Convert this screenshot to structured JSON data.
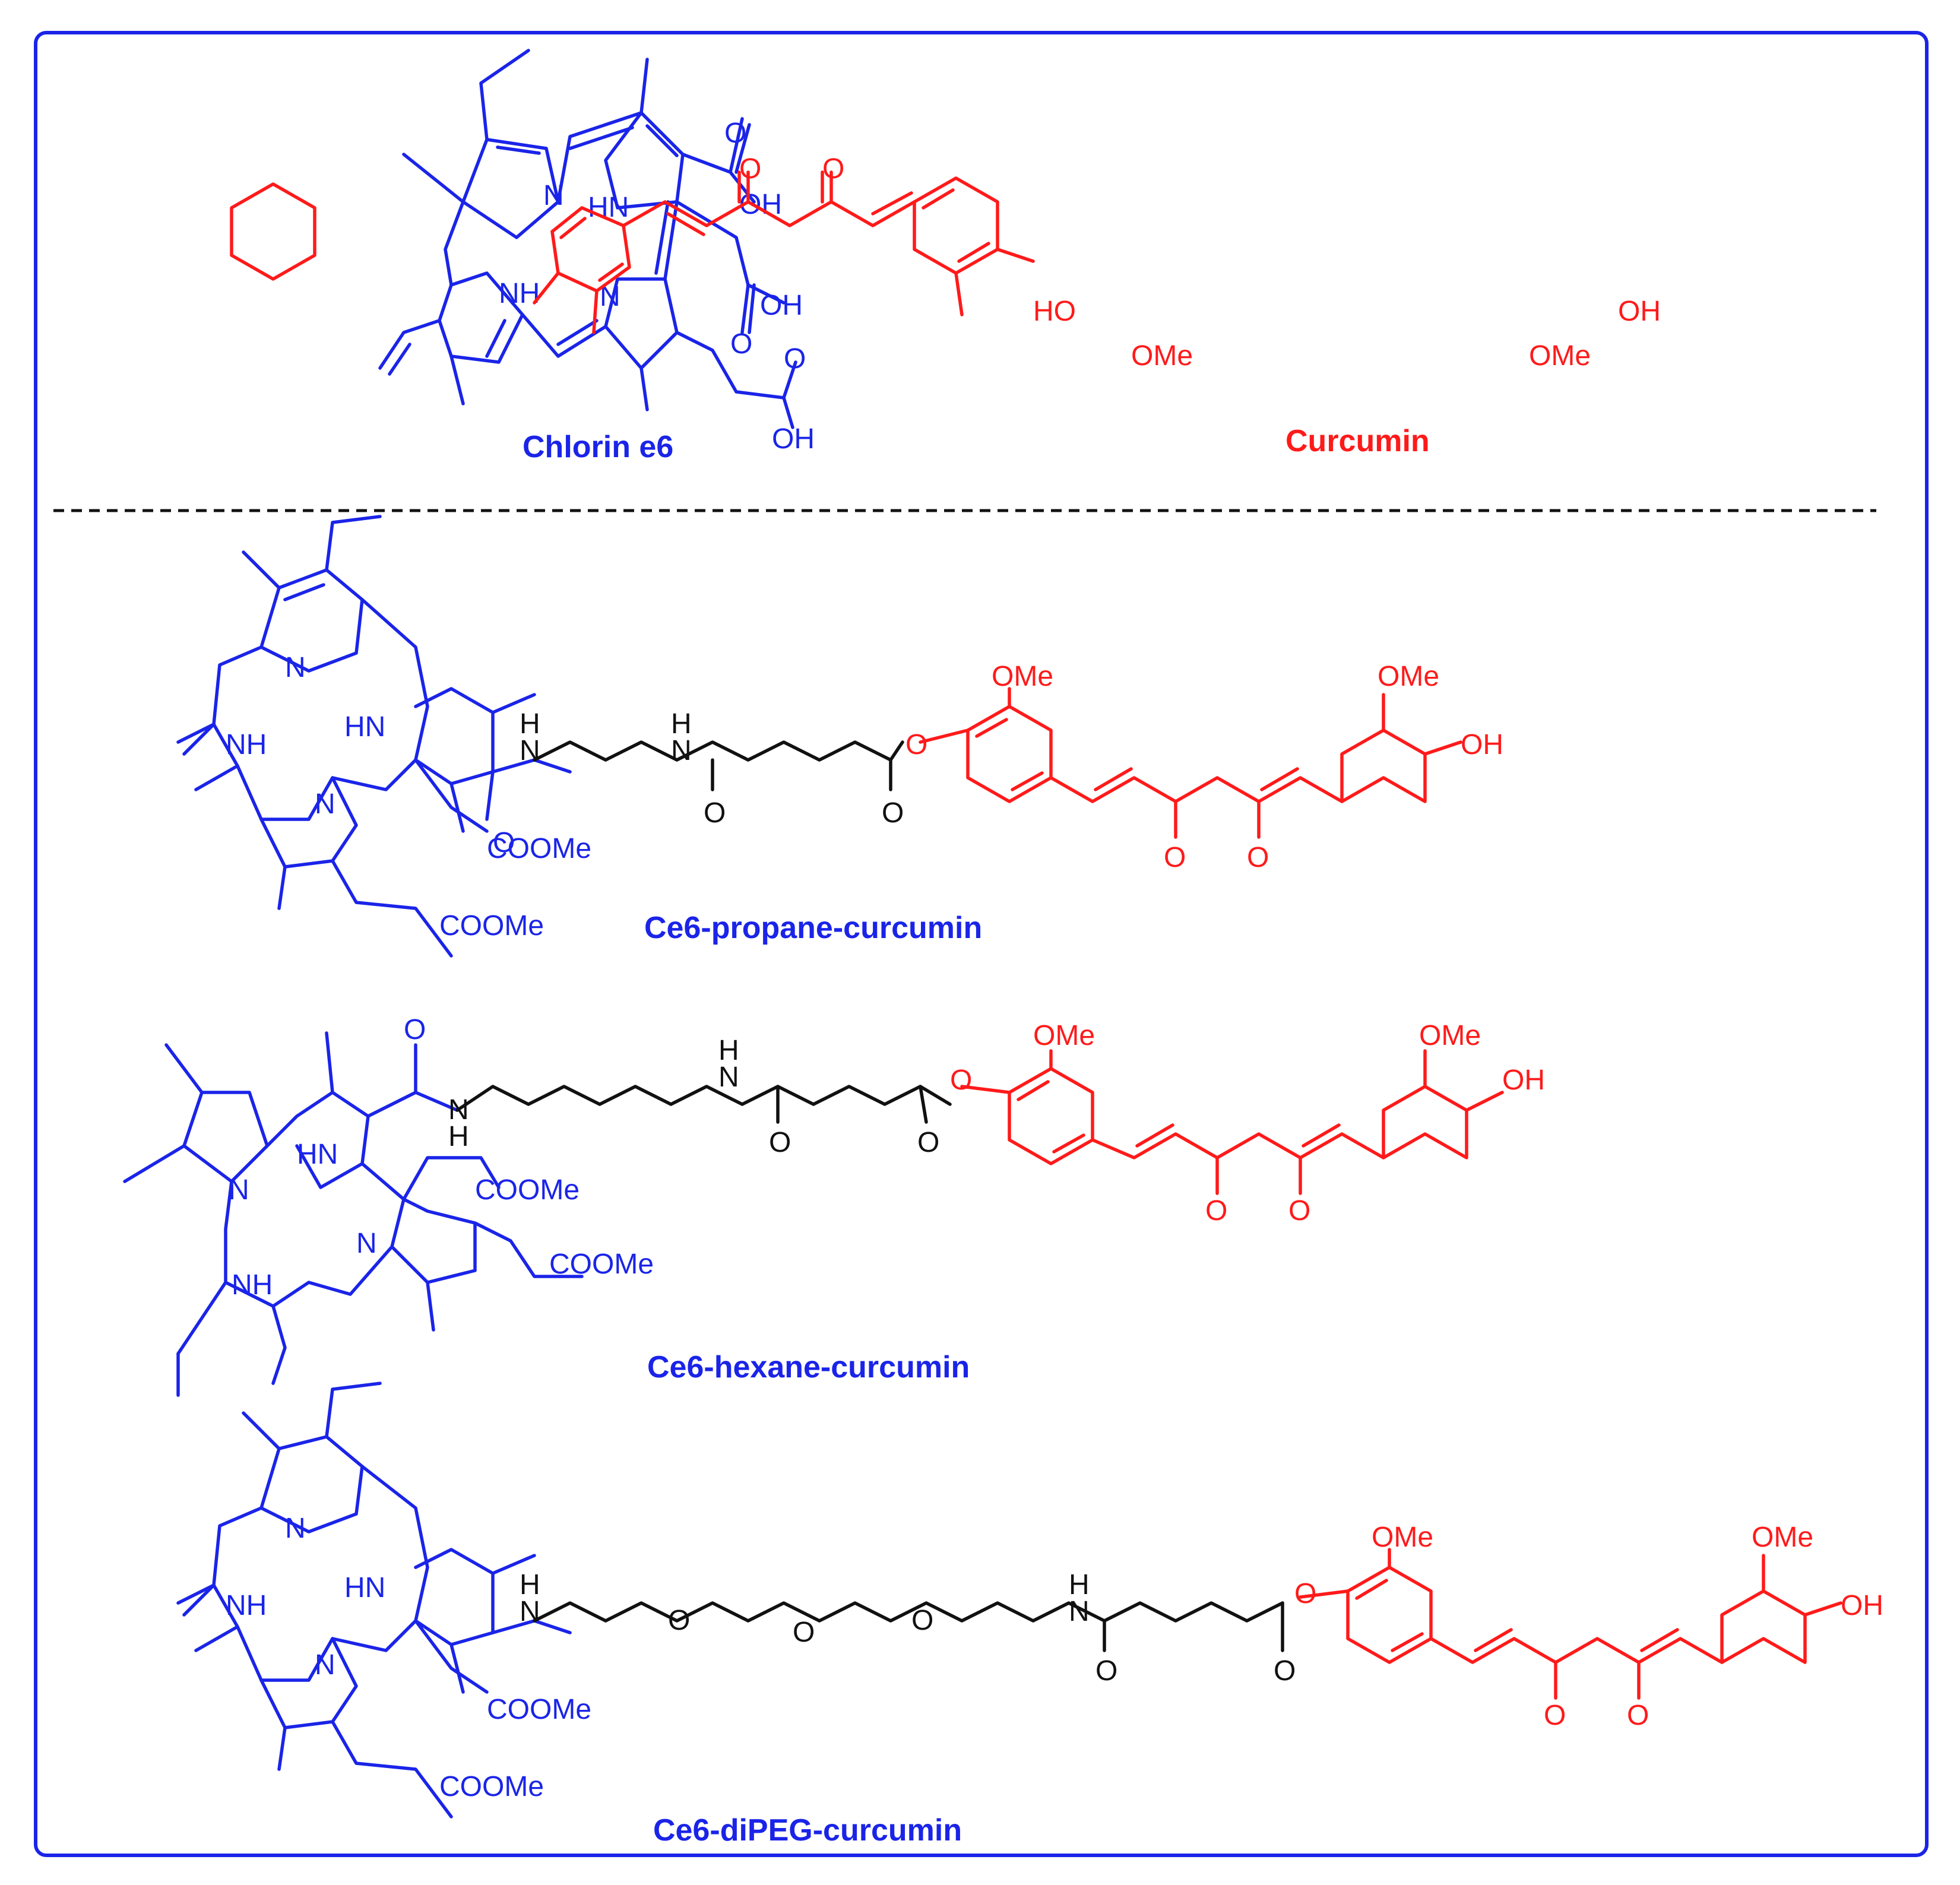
{
  "colors": {
    "blue": "#1a24e8",
    "red": "#ff1a1a",
    "black": "#111111",
    "frame": "#1a24e8"
  },
  "captions": {
    "chlorin": "Chlorin e6",
    "curcumin": "Curcumin",
    "propane": "Ce6-propane-curcumin",
    "hexane": "Ce6-hexane-curcumin",
    "dipeg": "Ce6-diPEG-curcumin"
  },
  "atoms": {
    "n": "N",
    "nh": "NH",
    "hn": "HN",
    "h": "H",
    "o": "O",
    "oh": "OH",
    "ho": "HO",
    "ome": "OMe",
    "coome": "COOMe"
  }
}
